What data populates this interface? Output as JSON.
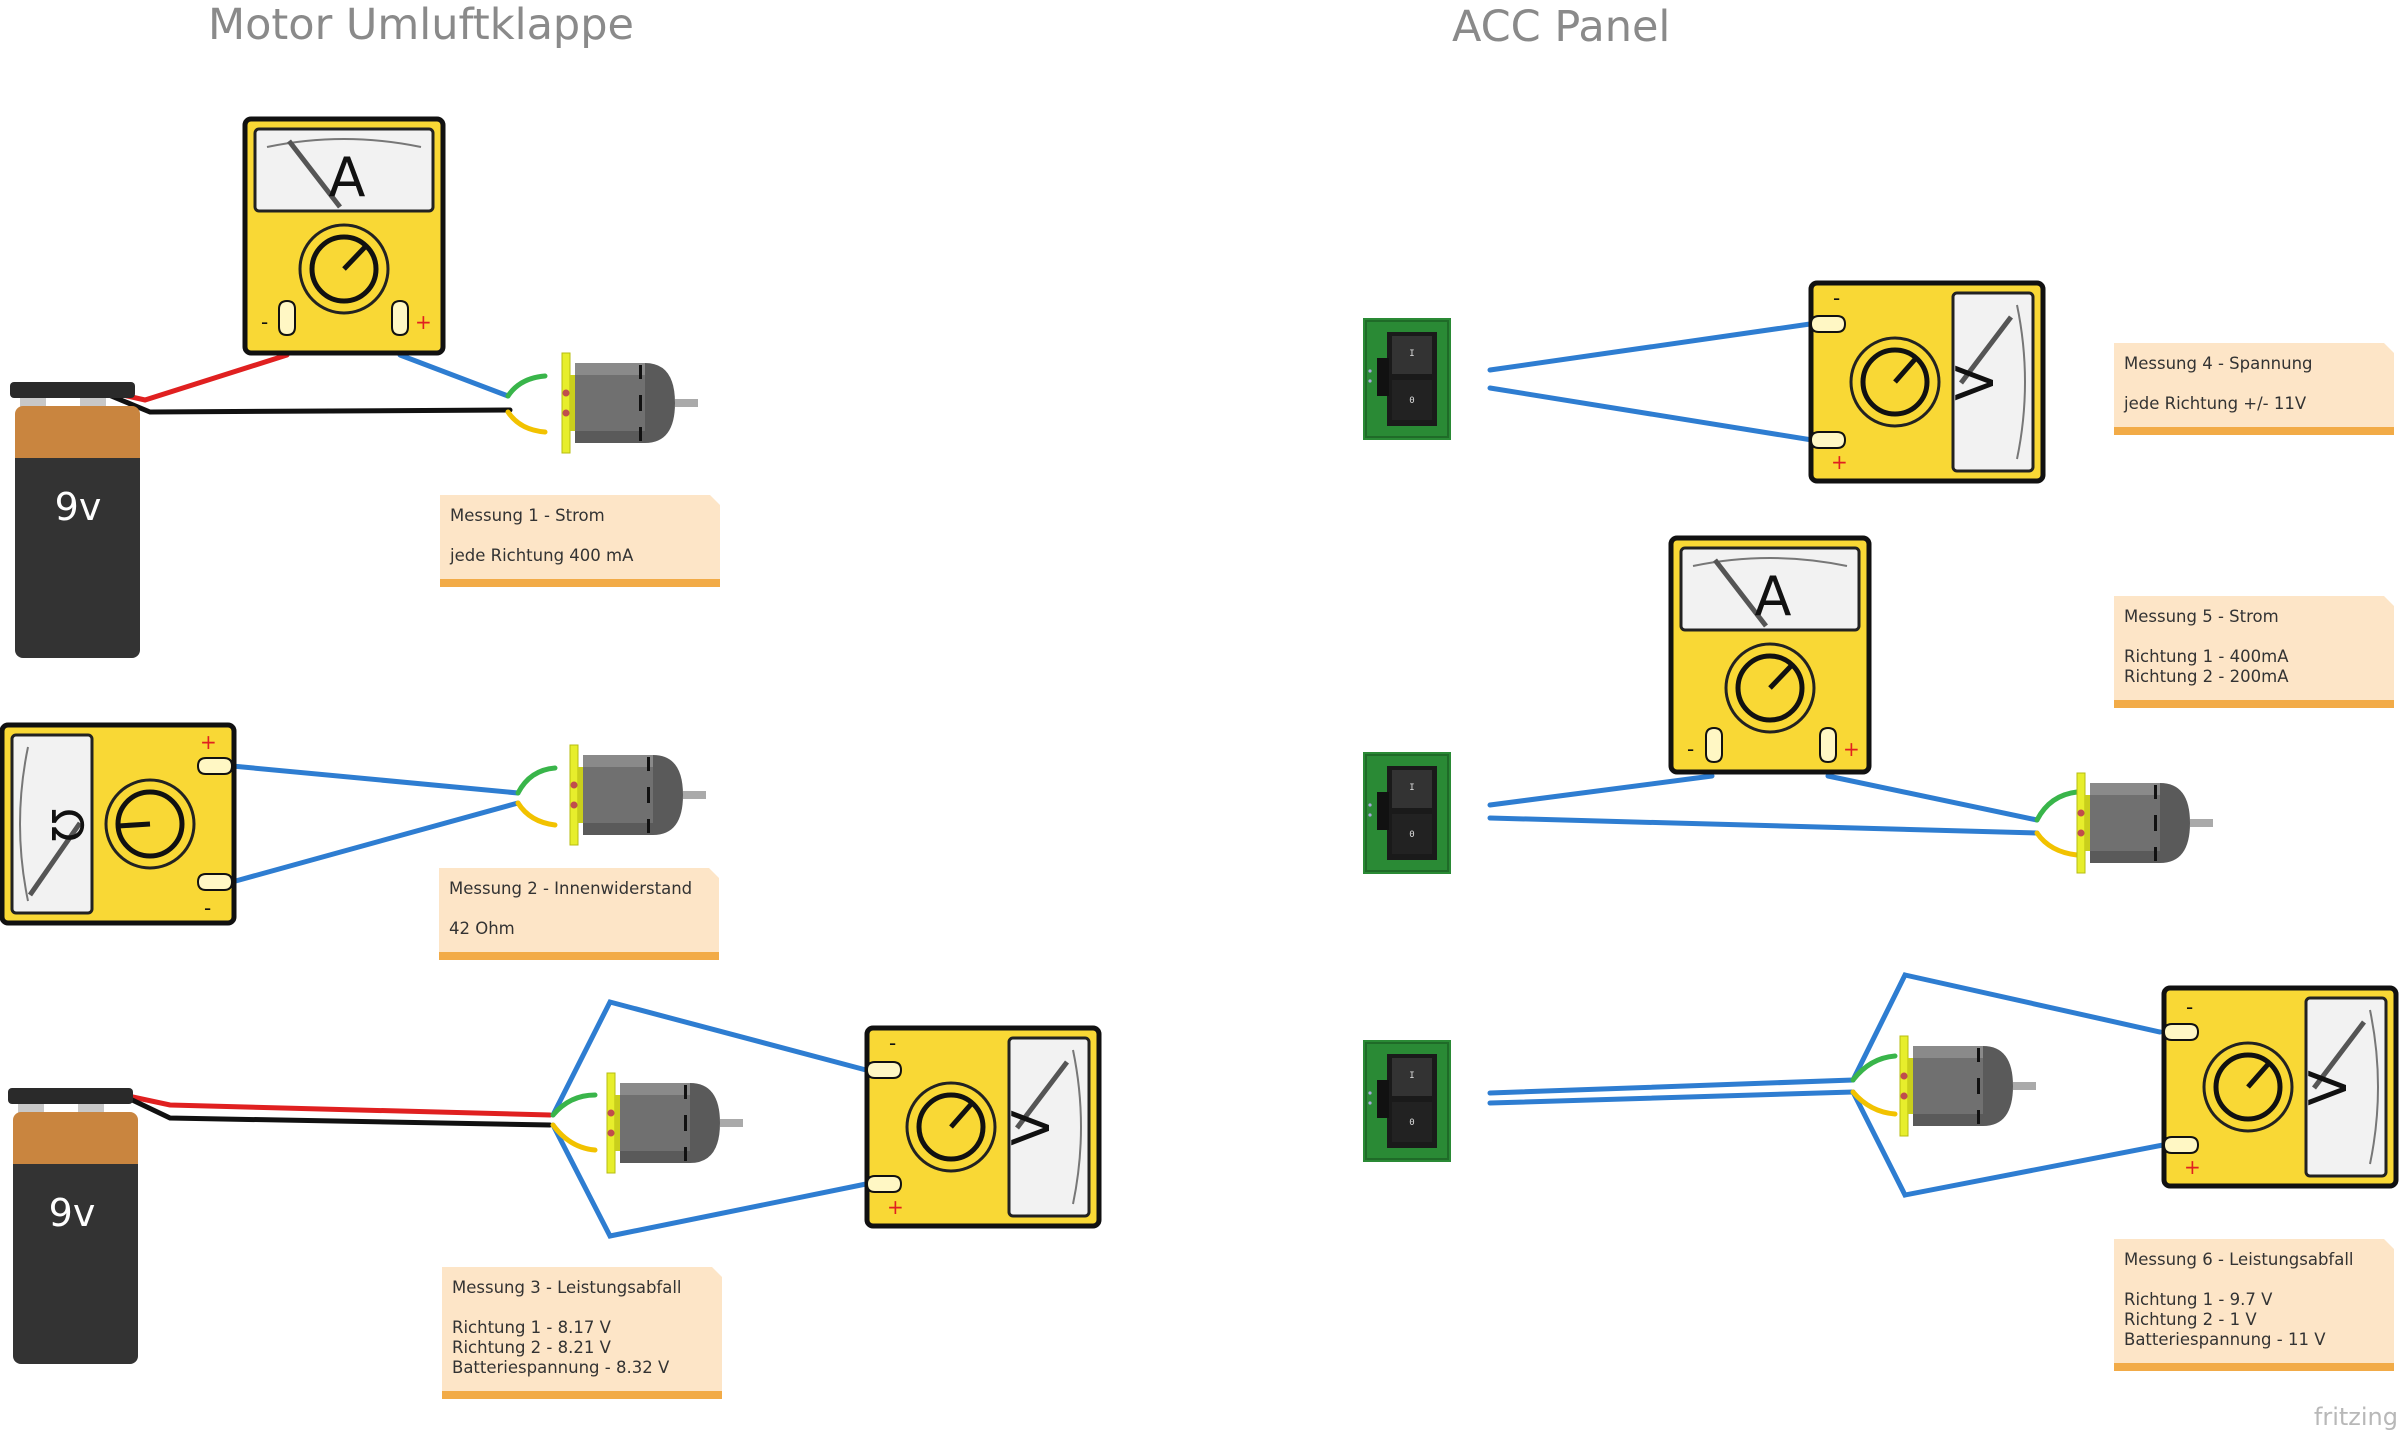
{
  "titles": {
    "left": "Motor Umluftklappe",
    "right": "ACC Panel"
  },
  "notes": {
    "m1": {
      "title": "Messung 1 - Strom",
      "lines": [
        "jede Richtung 400 mA"
      ]
    },
    "m2": {
      "title": "Messung 2 - Innenwiderstand",
      "lines": [
        "42 Ohm"
      ]
    },
    "m3": {
      "title": "Messung 3 - Leistungsabfall",
      "lines": [
        "Richtung 1 - 8.17 V",
        "Richtung 2 - 8.21 V",
        "Batteriespannung - 8.32 V"
      ]
    },
    "m4": {
      "title": "Messung 4 - Spannung",
      "lines": [
        "jede Richtung +/- 11V"
      ]
    },
    "m5": {
      "title": "Messung 5 - Strom",
      "lines": [
        "Richtung 1 - 400mA",
        "Richtung 2 - 200mA"
      ]
    },
    "m6": {
      "title": "Messung 6 - Leistungsabfall",
      "lines": [
        "Richtung 1 - 9.7 V",
        "Richtung 2 - 1 V",
        "Batteriespannung - 11 V"
      ]
    }
  },
  "battery_label": "9v",
  "meter_labels": {
    "ammeter": "A",
    "voltmeter": "V",
    "ohmmeter": "Ω"
  },
  "terminal_labels": {
    "plus": "+",
    "minus": "-"
  },
  "switch_labels": {
    "on": "I",
    "off": "0"
  },
  "brand": "fritzing",
  "colors": {
    "meter_body": "#f9d835",
    "wire_blue": "#2e7dd1",
    "wire_red": "#e02020",
    "wire_black": "#111111",
    "wire_green": "#39b54a",
    "wire_yellow": "#f2c200",
    "battery_top": "#c9853f",
    "battery_body": "#333333",
    "switch_board": "#2a8a35",
    "motor_body": "#707070",
    "note_bg": "#fde5c7",
    "note_border": "#f2ab47"
  }
}
